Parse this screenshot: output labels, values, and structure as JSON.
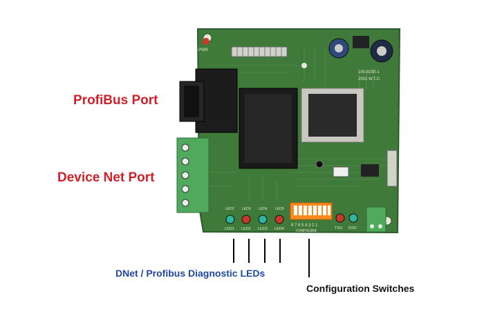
{
  "labels": {
    "profibus_port": "ProfiBus Port",
    "device_net_port": "Device Net Port",
    "diagnostic_leds": "DNet / Profibus Diagnostic LEDs",
    "configuration_switches": "Configuration Switches"
  },
  "board_silkscreen": {
    "pwr": "PWR",
    "part_number": "100-8230-1",
    "year_mark": "2002 W.T.C.",
    "led_labels": [
      "LED1",
      "LED2",
      "LED3",
      "LED4"
    ],
    "led_refs": [
      "LED2",
      "LED3",
      "LED4",
      "LED5"
    ],
    "switch_numbers": "8 7 6 5 4 3 2 1",
    "switch_caption": "CONFIGURE",
    "comm_leds": [
      "TXD",
      "RXD"
    ]
  },
  "colors": {
    "pcb": "#3f7a3a",
    "pcb_dark": "#2c5a2a",
    "port_label": "#d0202a",
    "led_label": "#1f49a0",
    "switch_block": "#ff8a1c",
    "terminal_block": "#4faa5e",
    "led_green": "#2fb5a0",
    "led_red": "#c53a2a"
  }
}
